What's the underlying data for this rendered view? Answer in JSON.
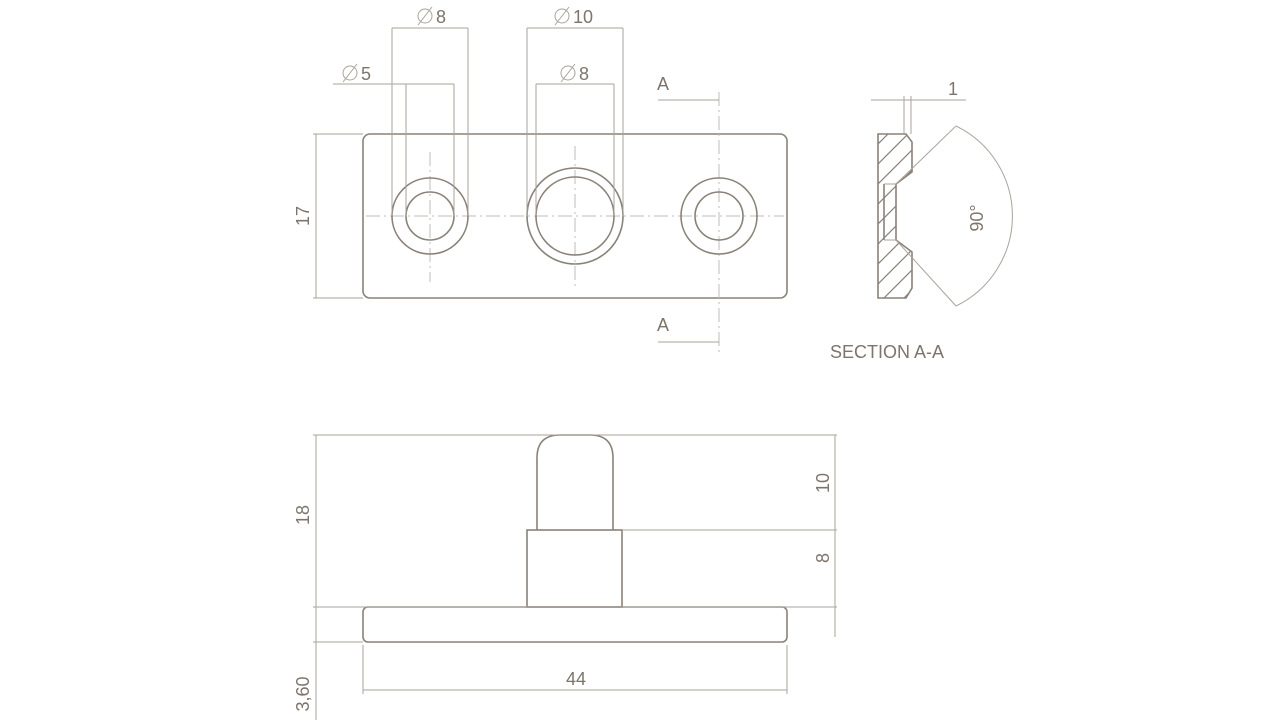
{
  "plan_view": {
    "dia_outer_left": "8",
    "dia_inner_left": "5",
    "dia_outer_mid": "10",
    "dia_inner_mid": "8",
    "height": "17",
    "section_marker_top": "A",
    "section_marker_bottom": "A"
  },
  "section_view": {
    "thickness": "1",
    "angle": "90°",
    "title": "SECTION A-A"
  },
  "side_view": {
    "total_height": "18",
    "pin_height": "10",
    "collar_height": "8",
    "plate_thickness": "3,60",
    "plate_width": "44"
  },
  "colors": {
    "line": "#8a8279",
    "text": "#7d756c"
  }
}
